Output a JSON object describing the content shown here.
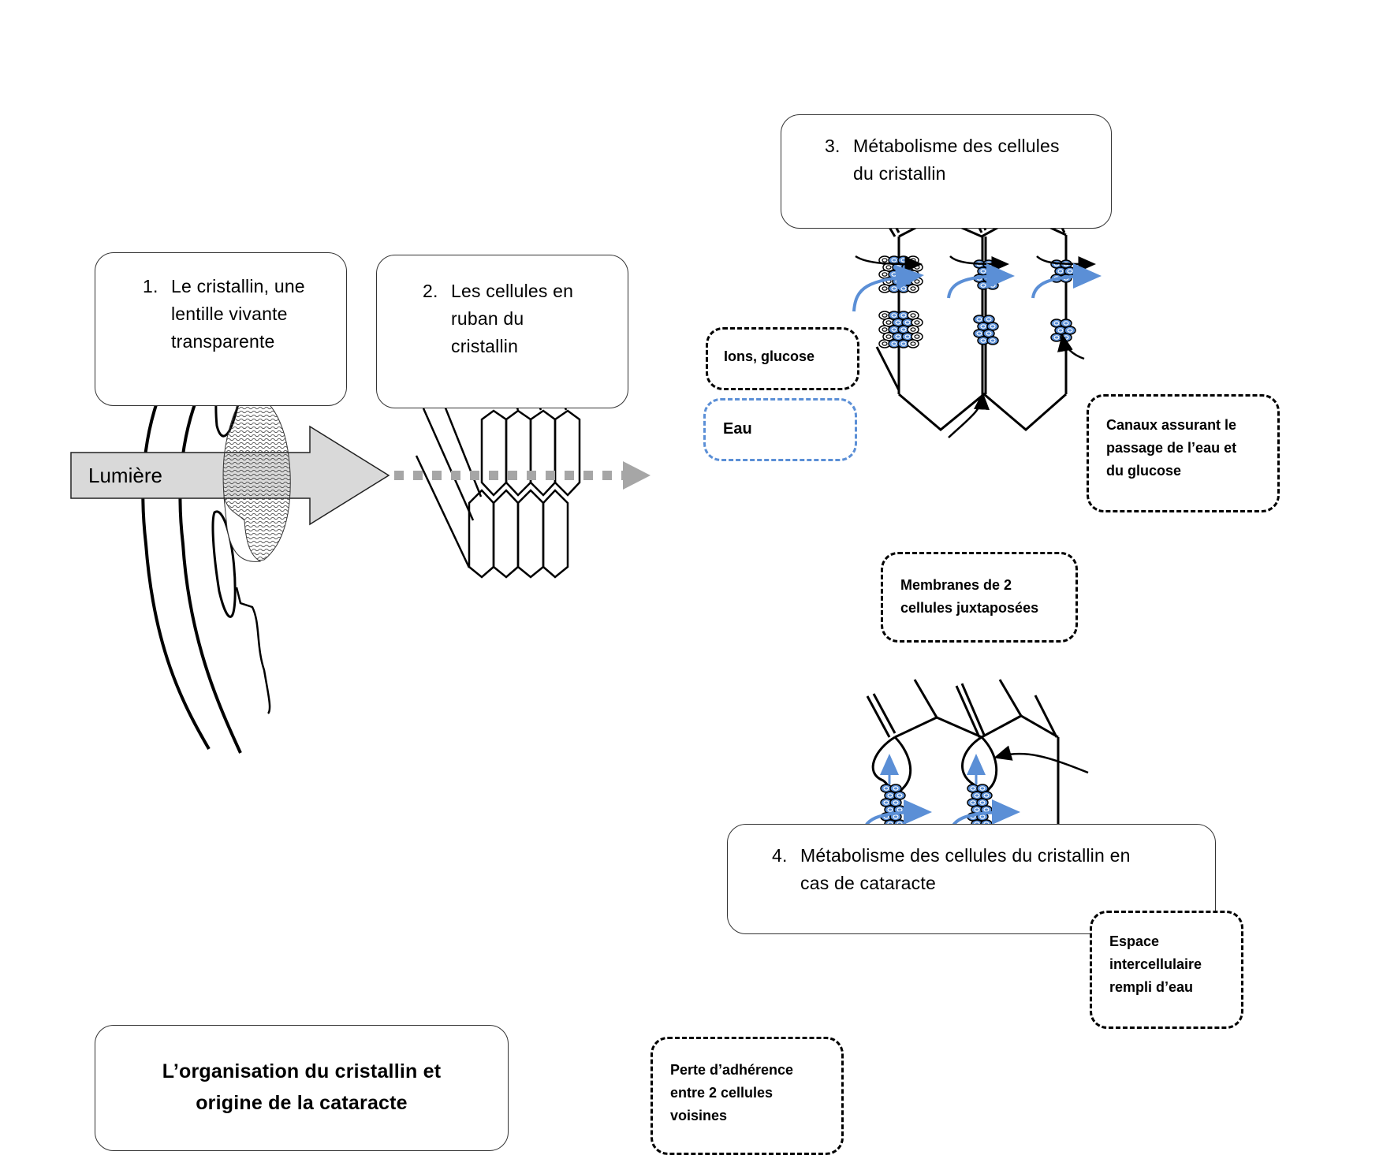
{
  "page_title": {
    "line1": "L’organisation du cristallin et",
    "line2": "origine de la cataracte"
  },
  "panels": [
    {
      "number": "1.",
      "line1": "Le cristallin, une",
      "line2": "lentille vivante",
      "line3": "transparente"
    },
    {
      "number": "2.",
      "line1": "Les cellules en",
      "line2": "ruban du",
      "line3": "cristallin"
    },
    {
      "number": "3.",
      "line1": "Métabolisme des cellules",
      "line2": "du cristallin"
    },
    {
      "number": "4.",
      "line1": "Métabolisme des cellules du cristallin en",
      "line2": "cas de cataracte"
    }
  ],
  "eye_diagram": {
    "light_label": "Lumière"
  },
  "callouts": {
    "ions": "Ions, glucose",
    "water": "Eau",
    "channels": {
      "line1": "Canaux assurant le",
      "line2": "passage de l’eau et",
      "line3": "du glucose"
    },
    "membranes": {
      "line1": "Membranes de 2",
      "line2": "cellules juxtaposées"
    },
    "space": {
      "line1": "Espace",
      "line2": "intercellulaire",
      "line3": "rempli d’eau"
    },
    "adhesion": {
      "line1": "Perte d’adhérence",
      "line2": "entre 2 cellules",
      "line3": "voisines"
    }
  },
  "colors": {
    "water_blue": "#5b8fd6",
    "light_arrow_fill": "#d9d9d9",
    "dotted_arrow": "#a6a6a6",
    "ink": "#000000"
  }
}
